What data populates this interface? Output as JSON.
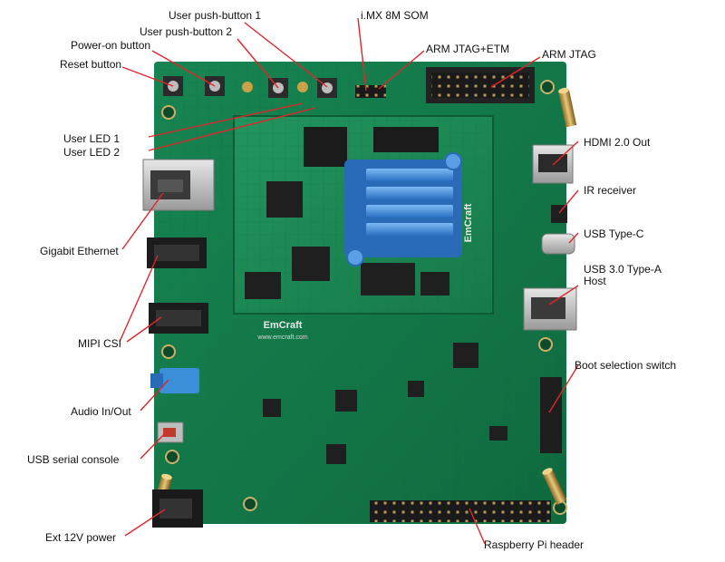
{
  "colors": {
    "pcb": "#137a48",
    "pcb_dark": "#0c5a34",
    "som": "#1b8a55",
    "heatsink": "#2f79c9",
    "heatsink_light": "#6fb0f0",
    "leader": "#e0262b",
    "metal": "#c8c8c8",
    "header_black": "#1a1a1a"
  },
  "silkscreen": {
    "brand": "EmCraft",
    "url": "www.emcraft.com"
  },
  "labels": {
    "user_button_1": "User push-button 1",
    "user_button_2": "User push-button 2",
    "power_on_button": "Power-on button",
    "reset_button": "Reset button",
    "imx8m_som": "i.MX 8M SOM",
    "arm_jtag_etm": "ARM JTAG+ETM",
    "arm_jtag": "ARM JTAG",
    "user_led_1": "User LED 1",
    "user_led_2": "User LED 2",
    "hdmi_out": "HDMI 2.0 Out",
    "ir_receiver": "IR receiver",
    "usb_type_c": "USB Type-C",
    "usb3_host_line1": "USB 3.0 Type-A",
    "usb3_host_line2": "Host",
    "gigabit_ethernet": "Gigabit Ethernet",
    "mipi_csi": "MIPI CSI",
    "boot_switch": "Boot selection switch",
    "audio": "Audio In/Out",
    "usb_serial_console": "USB serial console",
    "ext_power": "Ext 12V power",
    "rpi_header": "Raspberry Pi header"
  }
}
